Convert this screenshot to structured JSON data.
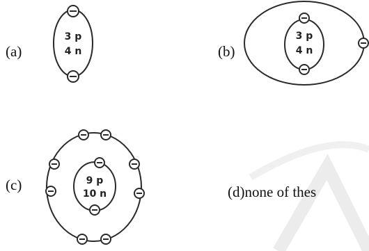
{
  "options": [
    {
      "label": "(a)",
      "nucleus": [
        "3 p",
        "4 n"
      ]
    },
    {
      "label": "(b)",
      "nucleus": [
        "3 p",
        "4 n"
      ]
    },
    {
      "label": "(c)",
      "nucleus": [
        "9 p",
        "10 n"
      ]
    },
    {
      "label": "(d)",
      "text": "none of thes"
    }
  ],
  "electron_symbol": "⊖",
  "colors": {
    "line": "#2a2a2a",
    "text": "#111111",
    "watermark": "#e9e9e9"
  }
}
